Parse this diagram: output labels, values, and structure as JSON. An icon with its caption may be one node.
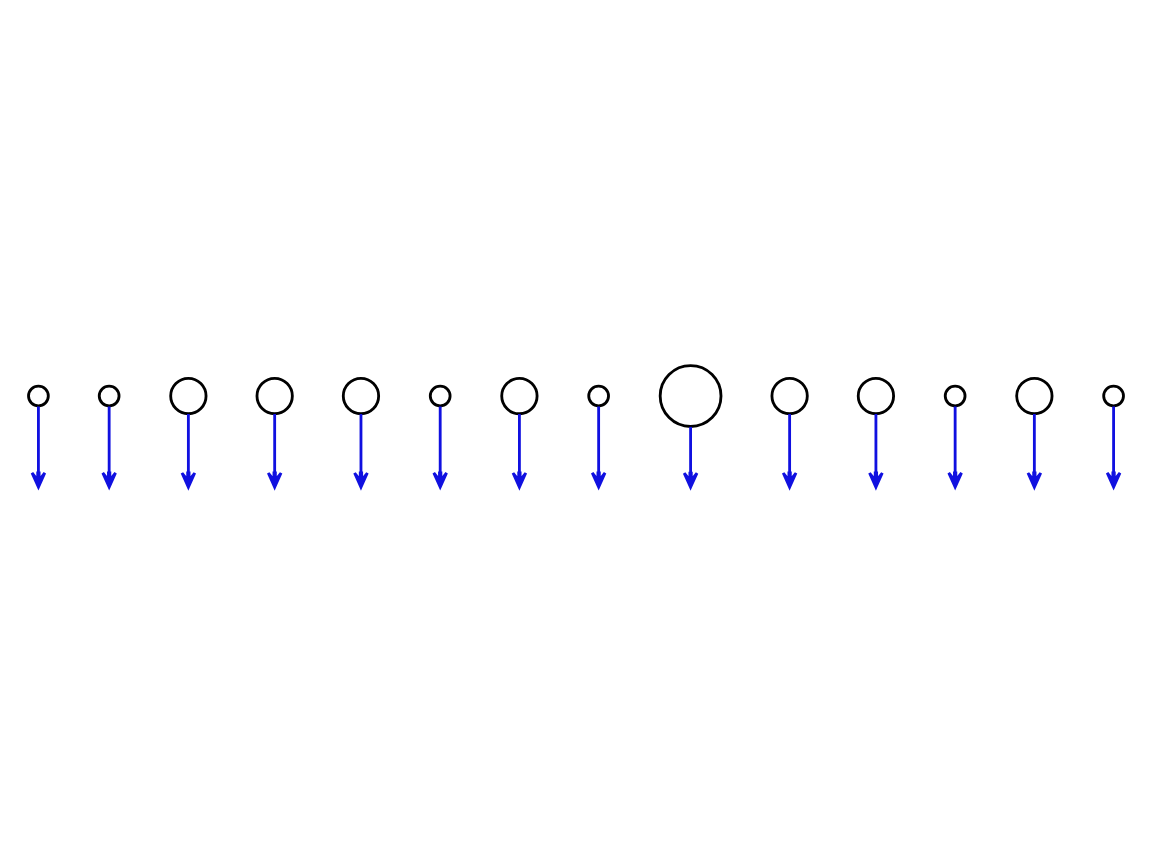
{
  "diagram": {
    "nodes": [
      {
        "text": [],
        "shape": "circle"
      },
      {
        "text": [],
        "shape": "circle"
      },
      {
        "text": [],
        "shape": "circle"
      },
      {
        "text": [],
        "shape": "circle"
      },
      {
        "text": [],
        "shape": "circle"
      },
      {
        "text": [],
        "shape": "circle"
      },
      {
        "text": [],
        "shape": "circle"
      },
      {
        "text": [],
        "shape": "circle"
      },
      {
        "text": [],
        "shape": "circle"
      },
      {
        "text": [],
        "shape": "circle"
      },
      {
        "text": [],
        "shape": "circle"
      },
      {
        "text": [],
        "shape": "circle"
      },
      {
        "text": [],
        "shape": "circle"
      },
      {
        "text": [],
        "shape": "circle"
      }
    ],
    "edges": [
      {
        "from": 0,
        "to": null,
        "arrow": "to"
      },
      {
        "from": 1,
        "to": null,
        "arrow": "to"
      },
      {
        "from": 2,
        "to": null,
        "arrow": "to"
      },
      {
        "from": 3,
        "to": null,
        "arrow": "to"
      },
      {
        "from": 4,
        "to": null,
        "arrow": "to"
      },
      {
        "from": 5,
        "to": null,
        "arrow": "to"
      },
      {
        "from": 6,
        "to": null,
        "arrow": "to"
      },
      {
        "from": 7,
        "to": null,
        "arrow": "to"
      },
      {
        "from": 8,
        "to": null,
        "arrow": "to"
      },
      {
        "from": 9,
        "to": null,
        "arrow": "to"
      },
      {
        "from": 10,
        "to": null,
        "arrow": "to"
      },
      {
        "from": 11,
        "to": null,
        "arrow": "to"
      },
      {
        "from": 12,
        "to": null,
        "arrow": "to"
      },
      {
        "from": 13,
        "to": null,
        "arrow": "to"
      }
    ]
  }
}
